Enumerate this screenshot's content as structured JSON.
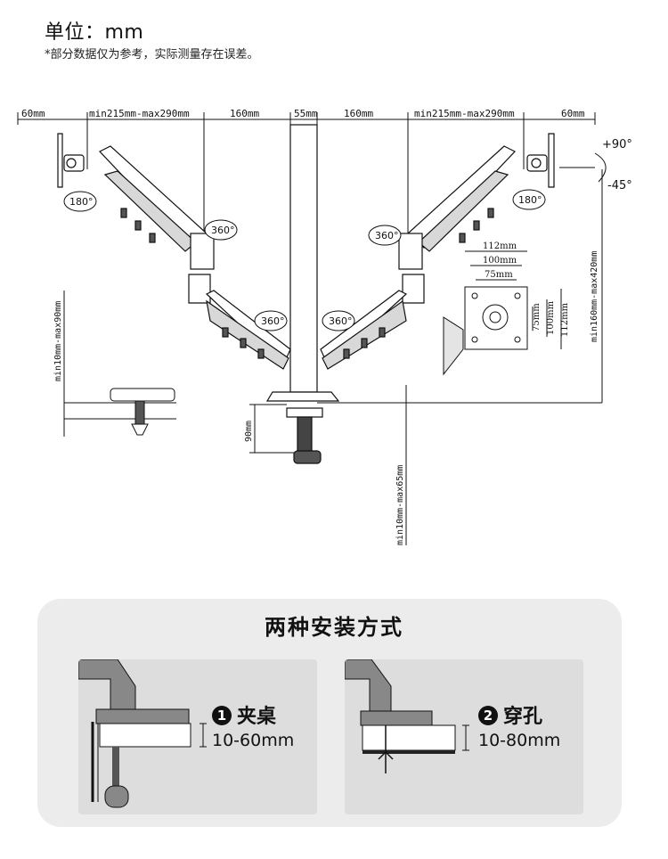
{
  "header": {
    "title": "单位：mm",
    "note": "*部分数据仅为参考，实际测量存在误差。"
  },
  "dimensions": {
    "top": [
      "60mm",
      "min215mm-max290mm",
      "160mm",
      "55mm",
      "160mm",
      "min215mm-max290mm",
      "60mm"
    ],
    "height": "min160mm-max420mm",
    "clamp_thickness": "min10mm-max90mm",
    "base_height": "90mm",
    "grommet_thickness": "min10mm-max65mm"
  },
  "rotations": {
    "r180_left": "180°",
    "r180_right": "180°",
    "r360_upper_left": "360°",
    "r360_upper_right": "360°",
    "r360_lower_left": "360°",
    "r360_lower_right": "360°"
  },
  "tilt": {
    "up": "+90°",
    "down": "-45°"
  },
  "vesa": {
    "w112": "112mm",
    "w100": "100mm",
    "w75": "75mm",
    "h75": "75mm",
    "h100": "100mm",
    "h112": "112mm"
  },
  "mounting": {
    "title": "两种安装方式",
    "methods": [
      {
        "num": "1",
        "label": "夹桌",
        "range": "10-60mm"
      },
      {
        "num": "2",
        "label": "穿孔",
        "range": "10-80mm"
      }
    ]
  }
}
